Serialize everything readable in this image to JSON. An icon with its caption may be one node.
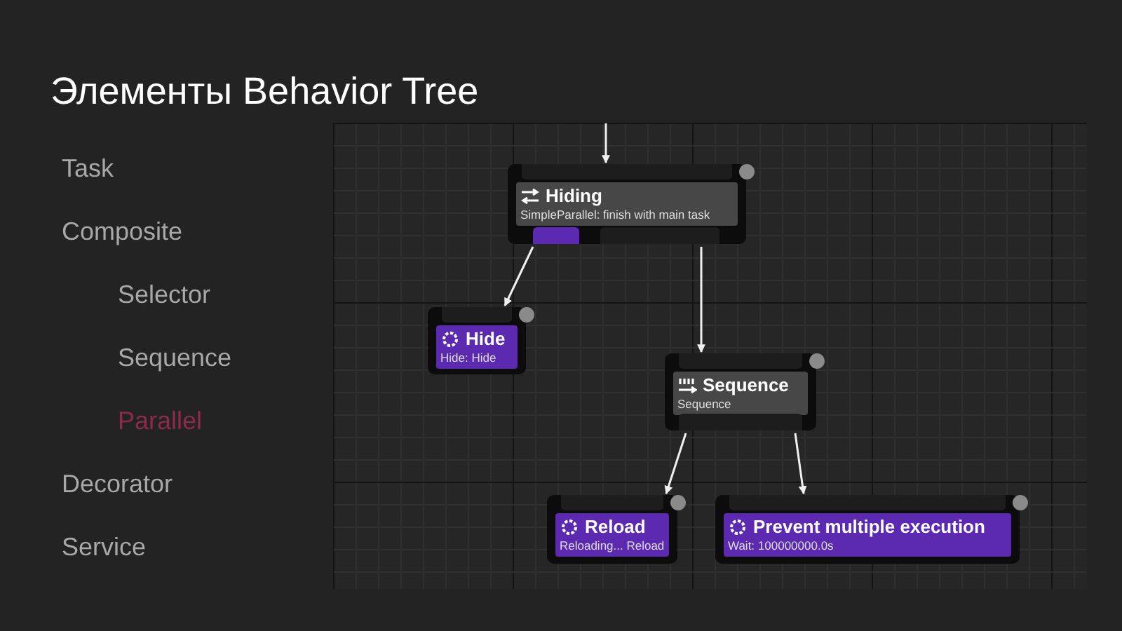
{
  "diagram": {
    "title": "Элементы Behavior Tree",
    "nodes": [
      {
        "text": [
          "Hiding",
          "SimpleParallel: finish with main task"
        ]
      },
      {
        "text": [
          "Hide",
          "Hide: Hide"
        ]
      },
      {
        "text": [
          "Sequence",
          "Sequence"
        ]
      },
      {
        "text": [
          "Reload",
          "Reloading... Reload"
        ]
      },
      {
        "text": [
          "Prevent multiple execution",
          "Wait: 100000000.0s"
        ]
      }
    ],
    "edges": [
      {
        "from": null,
        "to": 0,
        "arrow": "to"
      },
      {
        "from": 0,
        "to": 1,
        "arrow": "to"
      },
      {
        "from": 0,
        "to": 2,
        "arrow": "to"
      },
      {
        "from": 2,
        "to": 3,
        "arrow": "to"
      },
      {
        "from": 2,
        "to": 4,
        "arrow": "to"
      }
    ],
    "labels": [
      "Task",
      "Composite",
      "Selector",
      "Sequence",
      "Parallel",
      "Decorator",
      "Service"
    ]
  }
}
